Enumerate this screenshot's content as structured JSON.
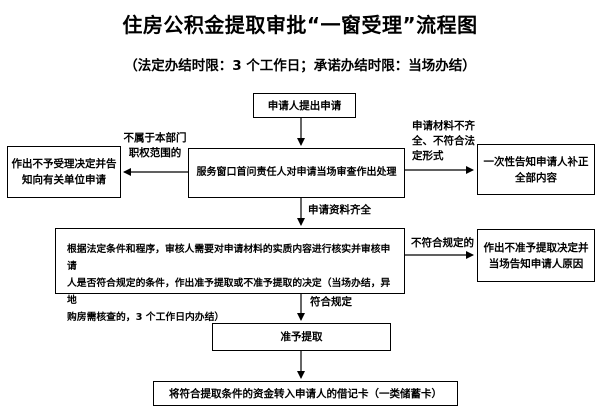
{
  "page": {
    "title": "住房公积金提取审批“一窗受理”流程图",
    "subtitle": "（法定办结时限：3 个工作日；承诺办结时限：当场办结）"
  },
  "flowchart": {
    "nodes": {
      "apply": "申请人提出申请",
      "window_review": "服务窗口首问责任人对申请当场审查作出处理",
      "reject_accept": "作出不予受理决定并告\n知向有关单位申请",
      "notify_correct": "一次性告知申请人补正\n全部内容",
      "substantive_review": "根据法定条件和程序，审核人需要对申请材料的实质内容进行核实并审核申请\n人是否符合规定的条件，作出准予提取或不准予提取的决定（当场办结，异地\n购房需核查的，3 个工作日内办结）",
      "deny_withdraw": "作出不准予提取决定并\n当场告知申请人原因",
      "approve_withdraw": "准予提取",
      "transfer_funds": "将符合提取条件的资金转入申请人的借记卡（一类储蓄卡）"
    },
    "edge_labels": {
      "not_in_scope": "不属于本部门\n职权范围的",
      "incomplete": "申请材料不齐\n全、不符合法\n定形式",
      "complete": "申请资料齐全",
      "nonconforming": "不符合规定的",
      "conforming": "符合规定"
    }
  },
  "colors": {
    "background": "#ffffff",
    "line": "#000000",
    "text": "#000000"
  }
}
